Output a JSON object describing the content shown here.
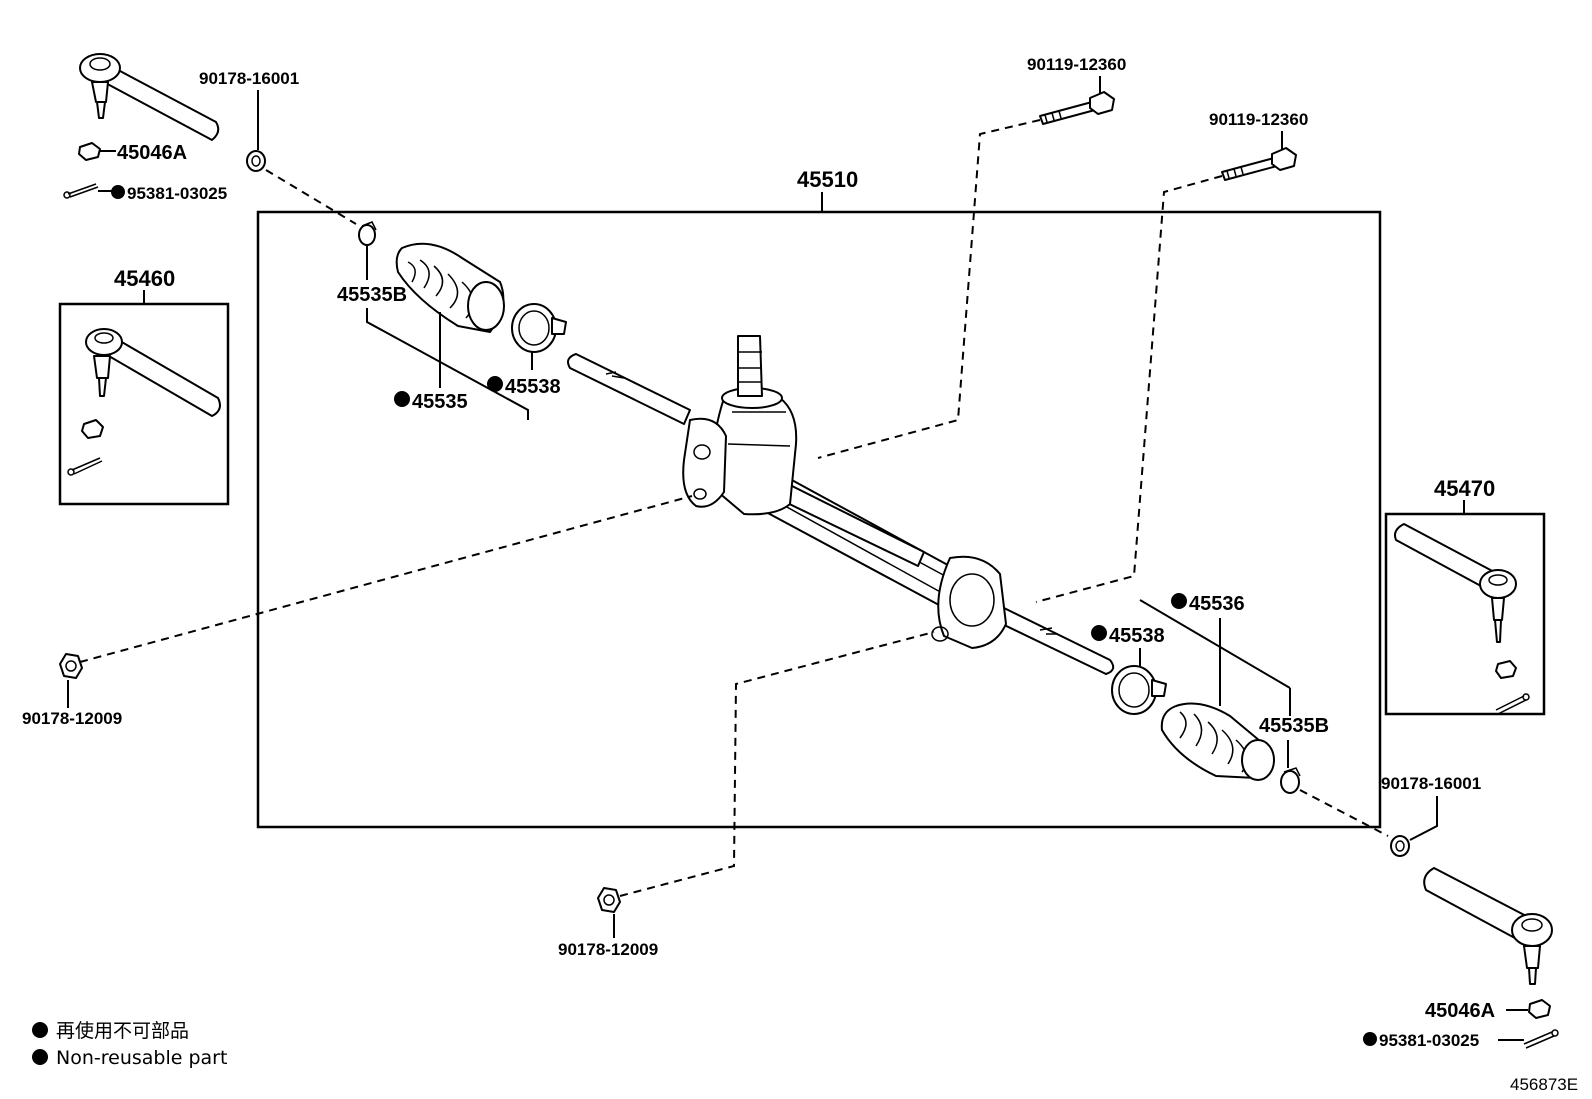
{
  "labels": {
    "assembly": "45510",
    "tie_rod_end_lh": "45460",
    "tie_rod_end_rh": "45470",
    "nut_top_left": "45046A",
    "cotter_top_left": "95381-03025",
    "nut_bottom_right": "45046A",
    "cotter_bottom_right": "95381-03025",
    "clamp_top_left": "90178-16001",
    "clamp_right": "90178-16001",
    "bolt_1": "90119-12360",
    "bolt_2": "90119-12360",
    "nut_left": "90178-12009",
    "nut_bottom": "90178-12009",
    "clip_left": "45535B",
    "clip_right": "45535B",
    "boot_left": "45535",
    "boot_right": "45536",
    "band_left": "45538",
    "band_right": "45538"
  },
  "legend": {
    "item_jp": "再使用不可部品",
    "item_en": "Non-reusable part"
  },
  "illustration_code": "456873E",
  "non_reusable_marker": "●"
}
